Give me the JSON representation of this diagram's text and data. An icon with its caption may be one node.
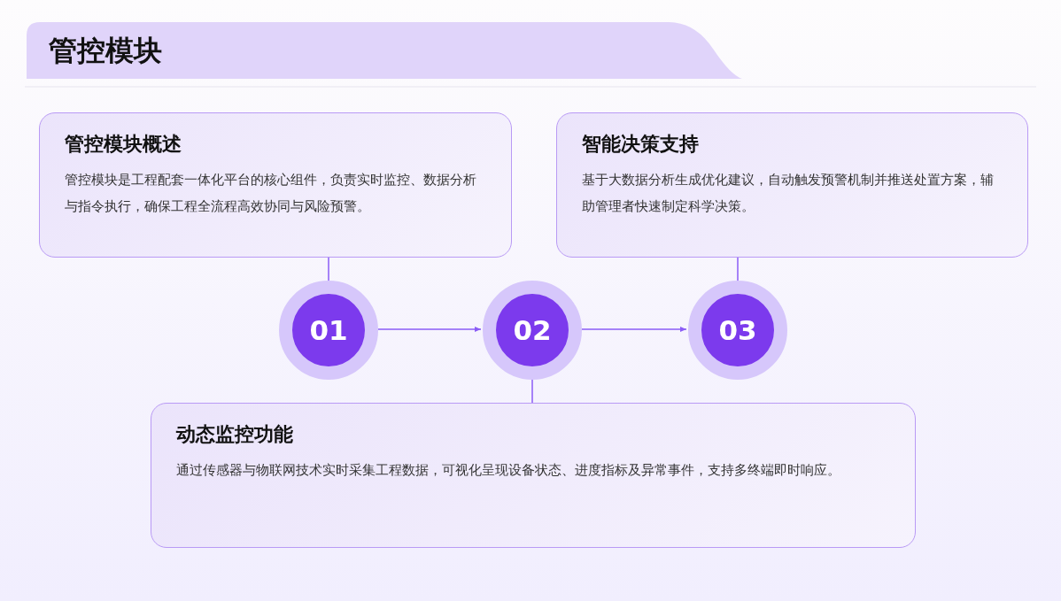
{
  "diagram": {
    "title": "管控模块",
    "nodes": [
      {
        "text": [
          "管控模块概述",
          "管控模块是工程配套一体化平台的核心组件，负责实时监控、数据分析与指令执行，确保工程全流程高效协同与风险预警。"
        ]
      },
      {
        "text": [
          "智能决策支持",
          "基于大数据分析生成优化建议，自动触发预警机制并推送处置方案，辅助管理者快速制定科学决策。"
        ]
      },
      {
        "text": [
          "01"
        ]
      },
      {
        "text": [
          "02"
        ]
      },
      {
        "text": [
          "03"
        ]
      },
      {
        "text": [
          "动态监控功能",
          "通过传感器与物联网技术实时采集工程数据，可视化呈现设备状态、进度指标及异常事件，支持多终端即时响应。"
        ]
      }
    ],
    "edges": [
      {
        "from": 0,
        "to": 2,
        "arrow": "none"
      },
      {
        "from": 2,
        "to": 3,
        "arrow": "to"
      },
      {
        "from": 3,
        "to": 4,
        "arrow": "to"
      },
      {
        "from": 3,
        "to": 5,
        "arrow": "none"
      },
      {
        "from": 1,
        "to": 4,
        "arrow": "none"
      }
    ]
  }
}
